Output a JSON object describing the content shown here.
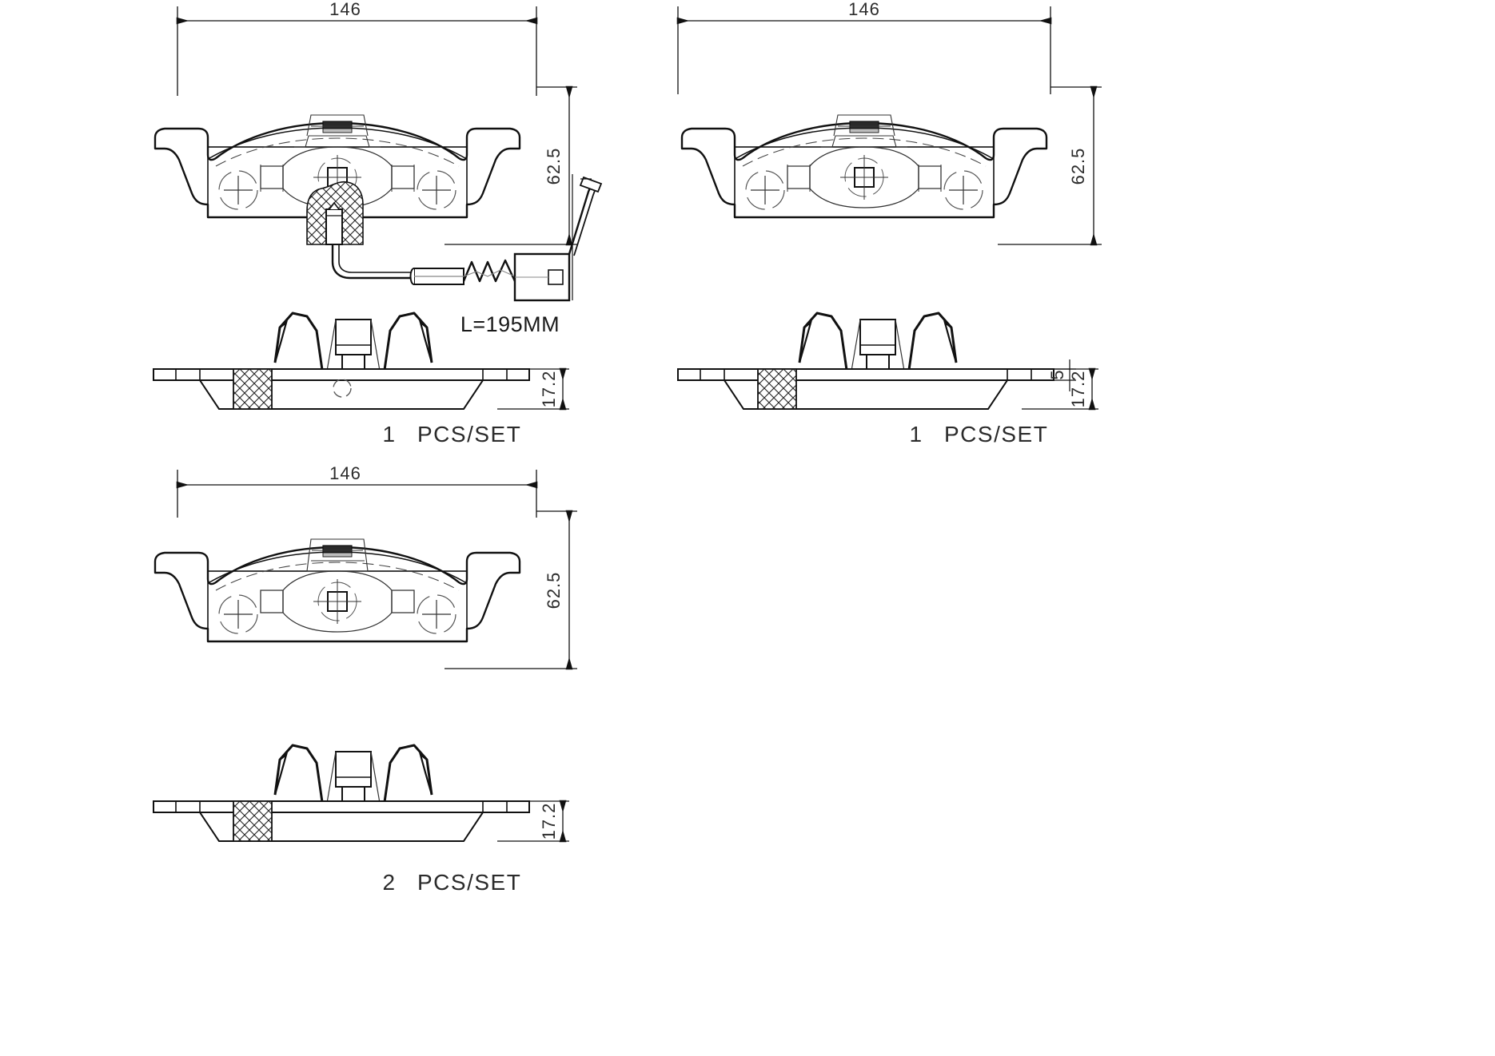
{
  "drawing": {
    "title": "Brake Pad Set Technical Drawing",
    "line_color": "#111111",
    "thin_color": "#444444",
    "text_color": "#2b2b2b"
  },
  "views": [
    {
      "id": "top-left",
      "name": "front-pad-with-wear-sensor",
      "width_dim": "146",
      "height_dim": "62.5",
      "thickness_dim": "17.2",
      "sensor_label": "L=195MM",
      "qty_number": "1",
      "qty_unit": "PCS/SET"
    },
    {
      "id": "top-right",
      "name": "front-pad-plain",
      "width_dim": "146",
      "height_dim": "62.5",
      "thickness_dim": "17.2",
      "backplate_dim": "5",
      "qty_number": "1",
      "qty_unit": "PCS/SET"
    },
    {
      "id": "bottom-left",
      "name": "front-pad-pair",
      "width_dim": "146",
      "height_dim": "62.5",
      "thickness_dim": "17.2",
      "qty_number": "2",
      "qty_unit": "PCS/SET"
    }
  ],
  "labels": {
    "dim_146_a": "146",
    "dim_146_b": "146",
    "dim_146_c": "146",
    "dim_625_a": "62.5",
    "dim_625_b": "62.5",
    "dim_625_c": "62.5",
    "dim_172_a": "17.2",
    "dim_172_b": "17.2",
    "dim_172_c": "17.2",
    "dim_5": "5",
    "sensor_length": "L=195MM",
    "qty_a_num": "1",
    "qty_a_unit": "PCS/SET",
    "qty_b_num": "1",
    "qty_b_unit": "PCS/SET",
    "qty_c_num": "2",
    "qty_c_unit": "PCS/SET"
  }
}
